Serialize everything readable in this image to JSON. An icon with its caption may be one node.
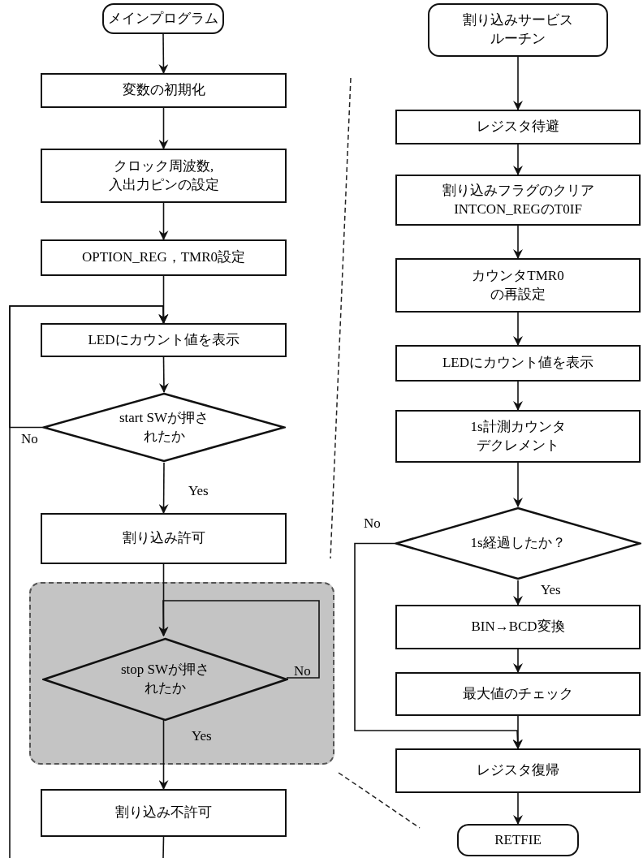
{
  "diagram": {
    "nodes": [
      {
        "text": [
          "メインプログラム"
        ]
      },
      {
        "text": [
          "変数の初期化"
        ]
      },
      {
        "text": [
          "クロック周波数,入出力ピンの設定"
        ]
      },
      {
        "text": [
          "OPTION_REG，TMR0設定"
        ]
      },
      {
        "text": [
          "LEDにカウント値を表示"
        ]
      },
      {
        "text": [
          "start SWが押されたか"
        ]
      },
      {
        "text": [
          "割り込み許可"
        ]
      },
      {
        "text": [],
        "shape": "box"
      },
      {
        "text": [
          "stop SWが押されたか"
        ],
        "in": 7
      },
      {
        "text": [
          "割り込み不許可"
        ]
      },
      {
        "text": [
          "割り込みサービスルーチン"
        ]
      },
      {
        "text": [
          "レジスタ待避"
        ]
      },
      {
        "text": [
          "割り込みフラグのクリア INTCON_REGのT0IF"
        ]
      },
      {
        "text": [
          "カウンタTMR0の再設定"
        ]
      },
      {
        "text": [
          "LEDにカウント値を表示"
        ]
      },
      {
        "text": [
          "1s計測カウンタデクレメント"
        ]
      },
      {
        "text": [
          "1s経過したか？"
        ]
      },
      {
        "text": [
          "BIN→BCD変換"
        ]
      },
      {
        "text": [
          "最大値のチェック"
        ]
      },
      {
        "text": [
          "レジスタ復帰"
        ]
      },
      {
        "text": [
          "RETFIE"
        ]
      }
    ],
    "edges": [
      {
        "from": 0,
        "to": 1,
        "arrow": "to"
      },
      {
        "from": 1,
        "to": 2,
        "arrow": "to"
      },
      {
        "from": 2,
        "to": 3,
        "arrow": "to"
      },
      {
        "from": 3,
        "to": 4,
        "arrow": "to"
      },
      {
        "from": 4,
        "to": 5,
        "arrow": "to"
      },
      {
        "from": 5,
        "to": 6,
        "arrow": "to",
        "label": "Yes"
      },
      {
        "from": 5,
        "to": 4,
        "arrow": "to",
        "label": "No"
      },
      {
        "from": 6,
        "to": 8,
        "arrow": "to"
      },
      {
        "from": 8,
        "to": 8,
        "arrow": "to",
        "label": "No"
      },
      {
        "from": 8,
        "to": 9,
        "arrow": "to",
        "label": "Yes"
      },
      {
        "from": 9,
        "to": null,
        "arrow": "none"
      },
      {
        "from": null,
        "to": 4,
        "arrow": "to"
      },
      {
        "from": 10,
        "to": 11,
        "arrow": "to"
      },
      {
        "from": 11,
        "to": 12,
        "arrow": "to"
      },
      {
        "from": 12,
        "to": 13,
        "arrow": "to"
      },
      {
        "from": 13,
        "to": 14,
        "arrow": "to"
      },
      {
        "from": 14,
        "to": 15,
        "arrow": "to"
      },
      {
        "from": 15,
        "to": 16,
        "arrow": "to"
      },
      {
        "from": 16,
        "to": 17,
        "arrow": "to",
        "label": "Yes"
      },
      {
        "from": 17,
        "to": 18,
        "arrow": "to"
      },
      {
        "from": 18,
        "to": 19,
        "arrow": "to"
      },
      {
        "from": 16,
        "to": 19,
        "arrow": "to",
        "label": "No"
      },
      {
        "from": 19,
        "to": 20,
        "arrow": "to"
      }
    ]
  }
}
